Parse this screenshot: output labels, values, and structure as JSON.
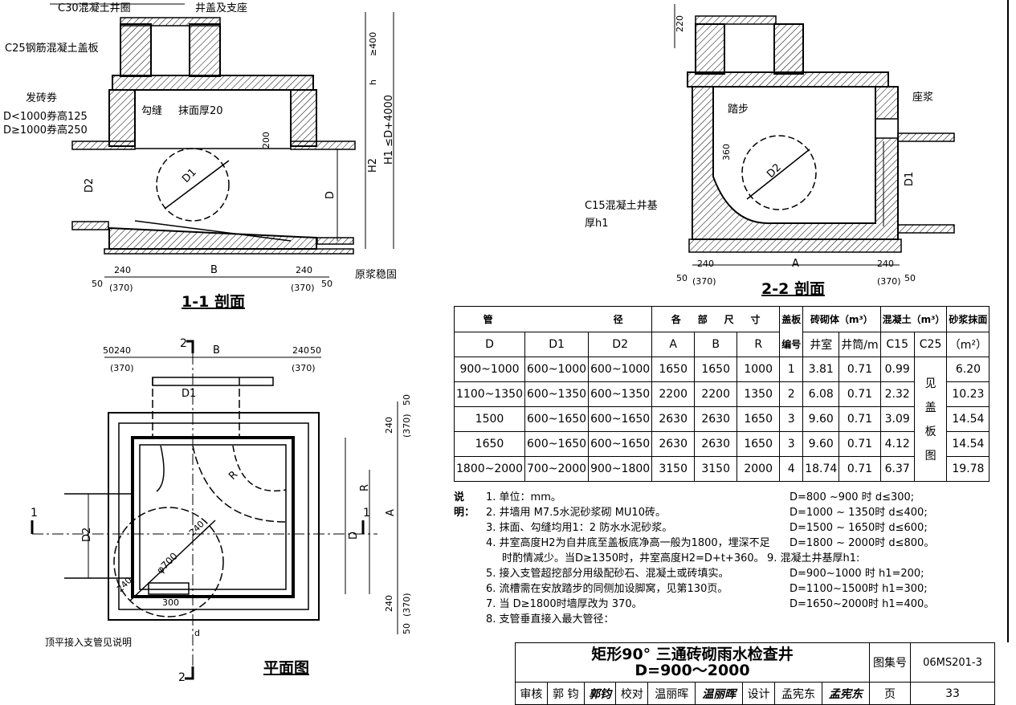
{
  "section_1_1": {
    "title": "1-1 剖面",
    "labels": {
      "ring": "C30混凝土井圈",
      "cover": "井盖及支座",
      "slab": "C25钢筋混凝土盖板",
      "arch": "发砖券",
      "arch_h1": "D<1000券高125",
      "arch_h2": "D≥1000券高250",
      "joint": "勾缝",
      "plaster": "抹面厚20",
      "d1": "D1",
      "d2": "D2",
      "d": "D",
      "dim200": "200",
      "dim400": "≥400",
      "h": "h",
      "h2": "H2",
      "h1": "H1 ≤D+4000",
      "w240": "240",
      "b": "B",
      "w50": "50",
      "w370": "(370)",
      "grout": "原浆稳固"
    }
  },
  "section_2_2": {
    "title": "2-2 剖面",
    "labels": {
      "dim220": "220",
      "bed": "座浆",
      "step": "踏步",
      "dim360": "360",
      "d2": "D2",
      "d1": "D1",
      "base": "C15混凝土井基",
      "base_h": "厚h1",
      "w240": "240",
      "a": "A",
      "w50": "50",
      "w370": "(370)"
    }
  },
  "plan": {
    "title": "平面图",
    "labels": {
      "w50": "50",
      "w240": "240",
      "b": "B",
      "w370": "(370)",
      "d1": "D1",
      "r": "R",
      "d2": "D2",
      "d": "D",
      "a": "A",
      "phi": "φ700",
      "w300": "300",
      "dd": "d",
      "cut1": "1",
      "cut2": "2",
      "branch_note": "顶平接入支管见说明"
    }
  },
  "table": {
    "group_headers": [
      "管",
      "径",
      "各",
      "部",
      "尺",
      "寸",
      "盖板",
      "砖砌体（m³）",
      "混凝土（m³）",
      "砂浆抹面"
    ],
    "sub_headers": [
      "D",
      "D1",
      "D2",
      "A",
      "B",
      "R",
      "编号",
      "井室",
      "井筒/m",
      "C15",
      "C25",
      "（m²）"
    ],
    "rows": [
      [
        "900~1000",
        "600~1000",
        "600~1000",
        "1650",
        "1650",
        "1000",
        "1",
        "3.81",
        "0.71",
        "0.99",
        "6.20"
      ],
      [
        "1100~1350",
        "600~1350",
        "600~1350",
        "2200",
        "2200",
        "1350",
        "2",
        "6.08",
        "0.71",
        "2.32",
        "10.23"
      ],
      [
        "1500",
        "600~1650",
        "600~1650",
        "2630",
        "2630",
        "1650",
        "3",
        "9.60",
        "0.71",
        "3.09",
        "14.54"
      ],
      [
        "1650",
        "600~1650",
        "600~1650",
        "2630",
        "2630",
        "1650",
        "3",
        "9.60",
        "0.71",
        "4.12",
        "14.54"
      ],
      [
        "1800~2000",
        "700~2000",
        "900~1800",
        "3150",
        "3150",
        "2000",
        "4",
        "18.74",
        "0.71",
        "6.37",
        "19.78"
      ]
    ],
    "c25_note": [
      "见",
      "盖",
      "板",
      "图"
    ]
  },
  "notes": {
    "label": "说明：",
    "items": [
      "1. 单位：mm。",
      "2. 井墙用 M7.5水泥砂浆砌 MU10砖。",
      "3. 抹面、勾缝均用1：2 防水水泥砂浆。",
      "4. 井室高度H2为自井底至盖板底净高一般为1800，埋深不足",
      "时酌情减少。当D≥1350时，井室高度H2=D+t+360。",
      "5. 接入支管超挖部分用级配砂石、混凝土或砖填实。",
      "6. 流槽需在安放踏步的同侧加设脚窝，见第130页。",
      "7. 当 D≥1800时墙厚改为 370。",
      "8. 支管垂直接入最大管径："
    ],
    "items_right": [
      "D=800 ~900 时 d≤300;",
      "D=1000 ~ 1350时 d≤400;",
      "D=1500 ~ 1650时 d≤600;",
      "D=1800 ~ 2000时 d≤800。",
      "9. 混凝土井基厚h1:",
      "D=900~1000 时 h1=200;",
      "D=1100~1500时 h1=300;",
      "D=1650~2000时 h1=400。"
    ]
  },
  "title_block": {
    "title_line1": "矩形90° 三通砖砌雨水检查井",
    "title_line2": "D=900～2000",
    "atlas_label": "图集号",
    "atlas_no": "06MS201-3",
    "page_label": "页",
    "page_no": "33",
    "review_label": "审核",
    "reviewer": "郭 钧",
    "reviewer_sig": "郭钧",
    "check_label": "校对",
    "checker": "温丽晖",
    "checker_sig": "温丽晖",
    "design_label": "设计",
    "designer": "孟宪东",
    "designer_sig": "孟宪东"
  }
}
